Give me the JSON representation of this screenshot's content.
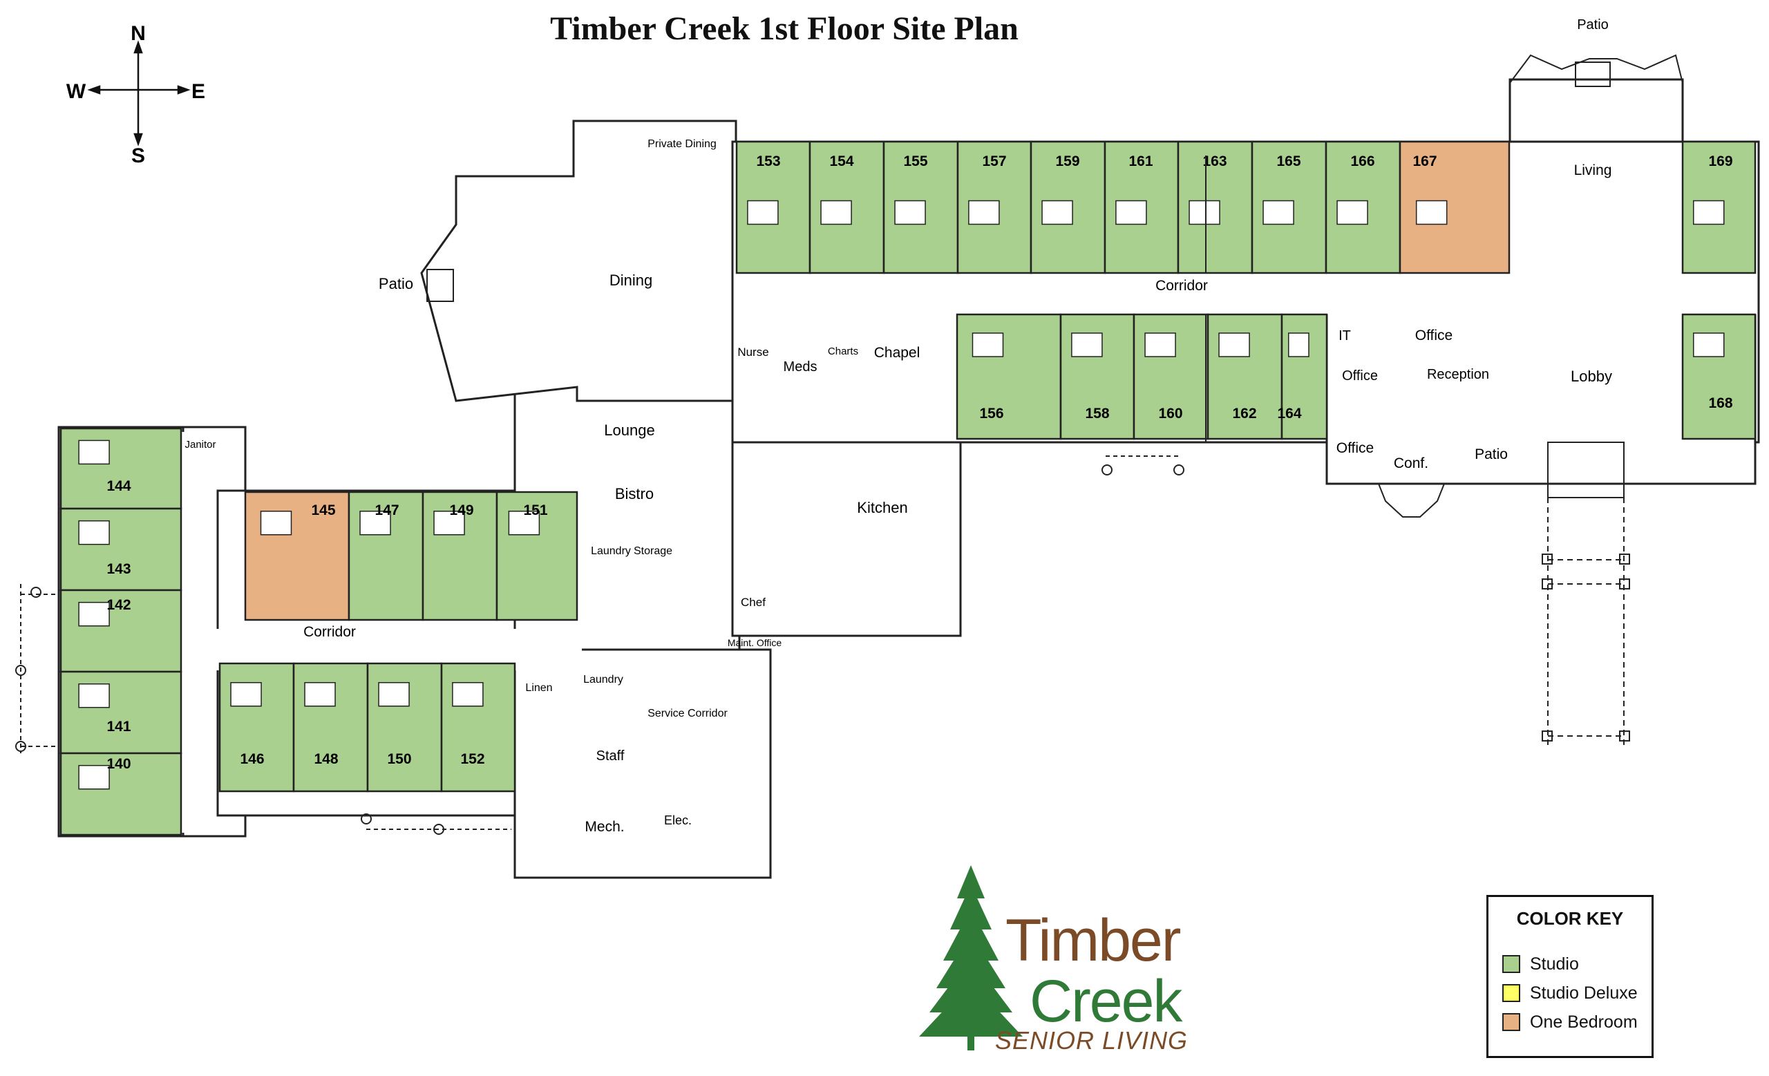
{
  "title": "Timber Creek 1st Floor Site Plan",
  "compass": {
    "n": "N",
    "s": "S",
    "e": "E",
    "w": "W"
  },
  "colors": {
    "studio": "#a9d08e",
    "studio_deluxe": "#ffff66",
    "one_bedroom": "#e8b184",
    "wall": "#222222"
  },
  "key": {
    "title": "COLOR KEY",
    "items": [
      {
        "label": "Studio",
        "color": "#a9d08e"
      },
      {
        "label": "Studio Deluxe",
        "color": "#ffff66"
      },
      {
        "label": "One Bedroom",
        "color": "#e8b184"
      }
    ]
  },
  "logo": {
    "line1": "Timber",
    "line2": "Creek",
    "line3": "SENIOR LIVING"
  },
  "units": [
    {
      "label": "153",
      "type": "studio"
    },
    {
      "label": "154",
      "type": "studio"
    },
    {
      "label": "155",
      "type": "studio"
    },
    {
      "label": "157",
      "type": "studio"
    },
    {
      "label": "159",
      "type": "studio"
    },
    {
      "label": "161",
      "type": "studio"
    },
    {
      "label": "163",
      "type": "studio"
    },
    {
      "label": "165",
      "type": "studio"
    },
    {
      "label": "166",
      "type": "studio"
    },
    {
      "label": "167",
      "type": "one_bedroom"
    },
    {
      "label": "169",
      "type": "studio"
    },
    {
      "label": "156",
      "type": "studio"
    },
    {
      "label": "158",
      "type": "studio"
    },
    {
      "label": "160",
      "type": "studio"
    },
    {
      "label": "162",
      "type": "studio"
    },
    {
      "label": "164",
      "type": "studio"
    },
    {
      "label": "168",
      "type": "studio"
    },
    {
      "label": "144",
      "type": "studio"
    },
    {
      "label": "143",
      "type": "studio"
    },
    {
      "label": "142",
      "type": "studio"
    },
    {
      "label": "141",
      "type": "studio"
    },
    {
      "label": "140",
      "type": "studio"
    },
    {
      "label": "145",
      "type": "one_bedroom"
    },
    {
      "label": "147",
      "type": "studio"
    },
    {
      "label": "149",
      "type": "studio"
    },
    {
      "label": "151",
      "type": "studio"
    },
    {
      "label": "146",
      "type": "studio"
    },
    {
      "label": "148",
      "type": "studio"
    },
    {
      "label": "150",
      "type": "studio"
    },
    {
      "label": "152",
      "type": "studio"
    }
  ],
  "rooms": [
    "Patio",
    "Private Dining",
    "Dining",
    "Lounge",
    "Bistro",
    "Laundry",
    "Storage",
    "Kitchen",
    "Chef",
    "Maint. Office",
    "Linen",
    "Laundry",
    "Service Corridor",
    "Staff",
    "Mech.",
    "Elec.",
    "Nurse",
    "Meds",
    "Charts",
    "Chapel",
    "Corridor",
    "Corridor",
    "Janitor",
    "Living",
    "Patio",
    "IT",
    "Office",
    "Office",
    "Reception",
    "Lobby",
    "Office",
    "Conf.",
    "Patio"
  ]
}
